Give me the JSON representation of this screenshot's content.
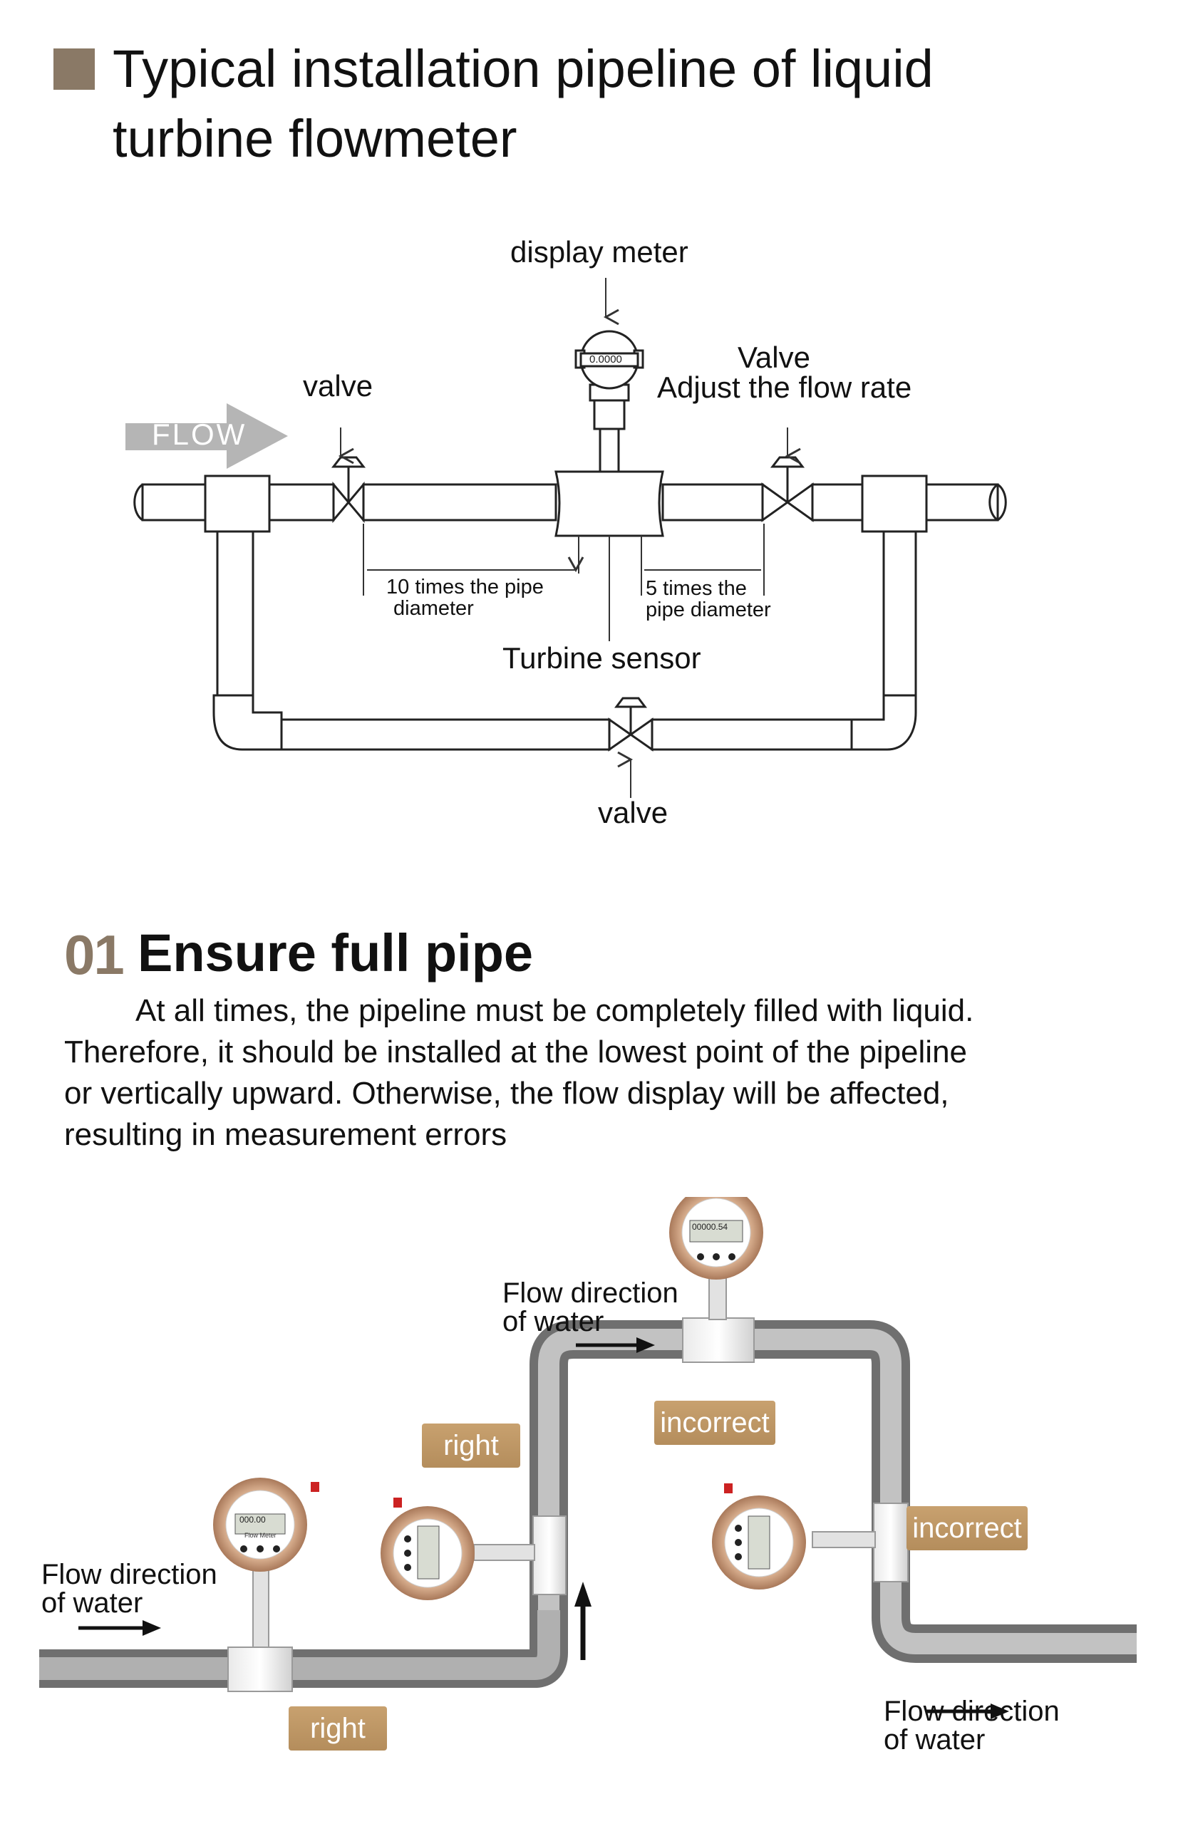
{
  "header": {
    "title_line1": "Typical installation pipeline of liquid",
    "title_line2": "turbine flowmeter"
  },
  "diagram1": {
    "display_meter_label": "display meter",
    "meter_reading": "0.0000",
    "valve_left_label": "valve",
    "valve_right_title": "Valve",
    "valve_right_note": "Adjust the flow rate",
    "flow_arrow_text": "FLOW",
    "upstream_line1": "10 times the pipe",
    "upstream_line2": "diameter",
    "downstream_line1": "5 times the",
    "downstream_line2": "pipe diameter",
    "turbine_label": "Turbine sensor",
    "valve_bottom_label": "valve"
  },
  "section1": {
    "number": "01",
    "heading": "Ensure full pipe",
    "paragraph_lines": [
      "At all times, the pipeline must be completely filled with liquid.",
      "Therefore, it should be installed at the lowest point of the pipeline",
      "or vertically upward. Otherwise, the flow display will be affected,",
      "resulting in measurement errors"
    ]
  },
  "diagram2": {
    "flow_top_line1": "Flow direction",
    "flow_top_line2": "of water",
    "flow_left_line1": "Flow direction",
    "flow_left_line2": "of water",
    "flow_right_line1": "Flow direction",
    "flow_right_line2": "of water",
    "badge_right_upper": "right",
    "badge_right_lower": "right",
    "badge_incorrect_top": "incorrect",
    "badge_incorrect_side": "incorrect",
    "meter_brand_text": "Flow Meter",
    "meter_reading_1": "000.00",
    "meter_reading_2": "00000.54"
  },
  "colors": {
    "title_marker": "#8a7966",
    "badge": "#b8915f",
    "pipe_dark": "#8c8c8c",
    "meter_bronze": "#c89a78"
  }
}
